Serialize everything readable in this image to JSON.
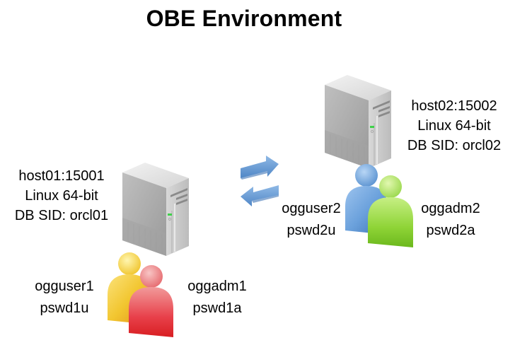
{
  "title": "OBE Environment",
  "hosts": [
    {
      "host_port": "host01:15001",
      "os": "Linux 64-bit",
      "db_sid": "DB SID: orcl01",
      "users": [
        {
          "name": "ogguser1",
          "password": "pswd1u",
          "color": "#f2c630"
        },
        {
          "name": "oggadm1",
          "password": "pswd1a",
          "color": "#e8404a"
        }
      ]
    },
    {
      "host_port": "host02:15002",
      "os": "Linux 64-bit",
      "db_sid": "DB SID: orcl02",
      "users": [
        {
          "name": "ogguser2",
          "password": "pswd2u",
          "color": "#5b93d1"
        },
        {
          "name": "oggadm2",
          "password": "pswd2a",
          "color": "#8fd437"
        }
      ]
    }
  ],
  "icons": {
    "server": "server-tower-icon",
    "users": "user-pair-icon",
    "replication": "bidirectional-arrows-icon"
  },
  "colors": {
    "arrow": "#5b93d1",
    "server_body": "#c8c8c8",
    "server_led": "#3fd14a"
  }
}
